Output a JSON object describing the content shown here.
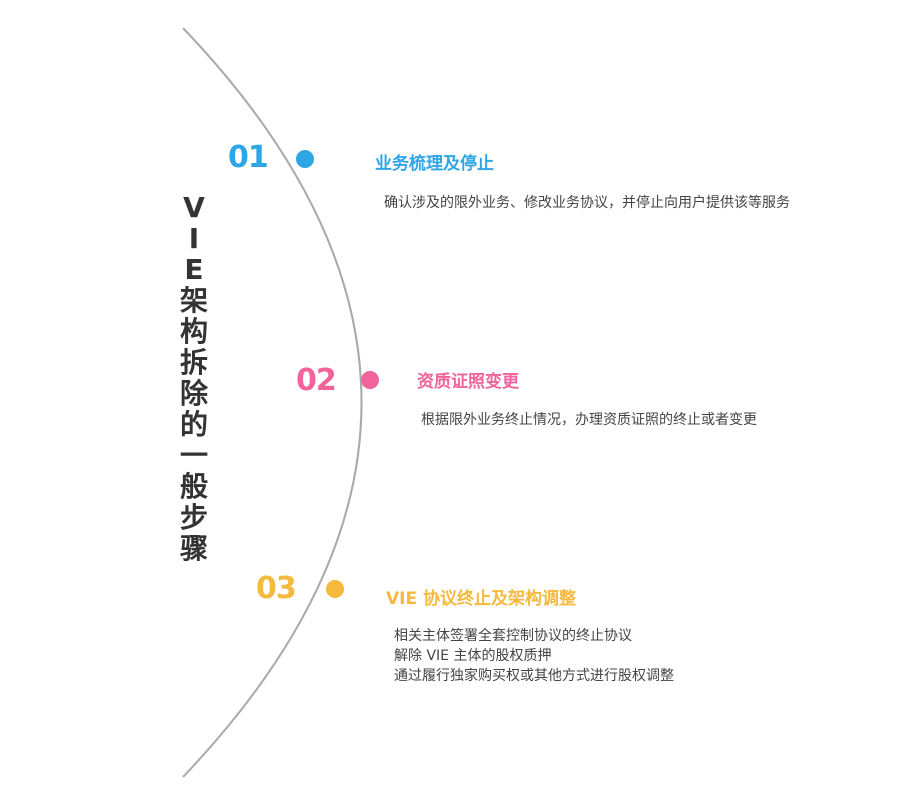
{
  "title_chars": [
    "V",
    "I",
    "E",
    "架",
    "构",
    "拆",
    "除",
    "的",
    "一",
    "般",
    "步",
    "骤"
  ],
  "colors": {
    "arc": "#aaaaaa",
    "title": "#333333",
    "step1": "#2ea6e6",
    "step2": "#f0639b",
    "step3": "#f5b93e",
    "body_text": "#444444"
  },
  "steps": [
    {
      "number": "01",
      "heading": "业务梳理及停止",
      "lines": [
        "确认涉及的限外业务、修改业务协议，并停止向用户提供该等服务"
      ]
    },
    {
      "number": "02",
      "heading": "资质证照变更",
      "lines": [
        "根据限外业务终止情况，办理资质证照的终止或者变更"
      ]
    },
    {
      "number": "03",
      "heading": "VIE 协议终止及架构调整",
      "lines": [
        "相关主体签署全套控制协议的终止协议",
        "解除 VIE 主体的股权质押",
        "通过履行独家购买权或其他方式进行股权调整"
      ]
    }
  ]
}
